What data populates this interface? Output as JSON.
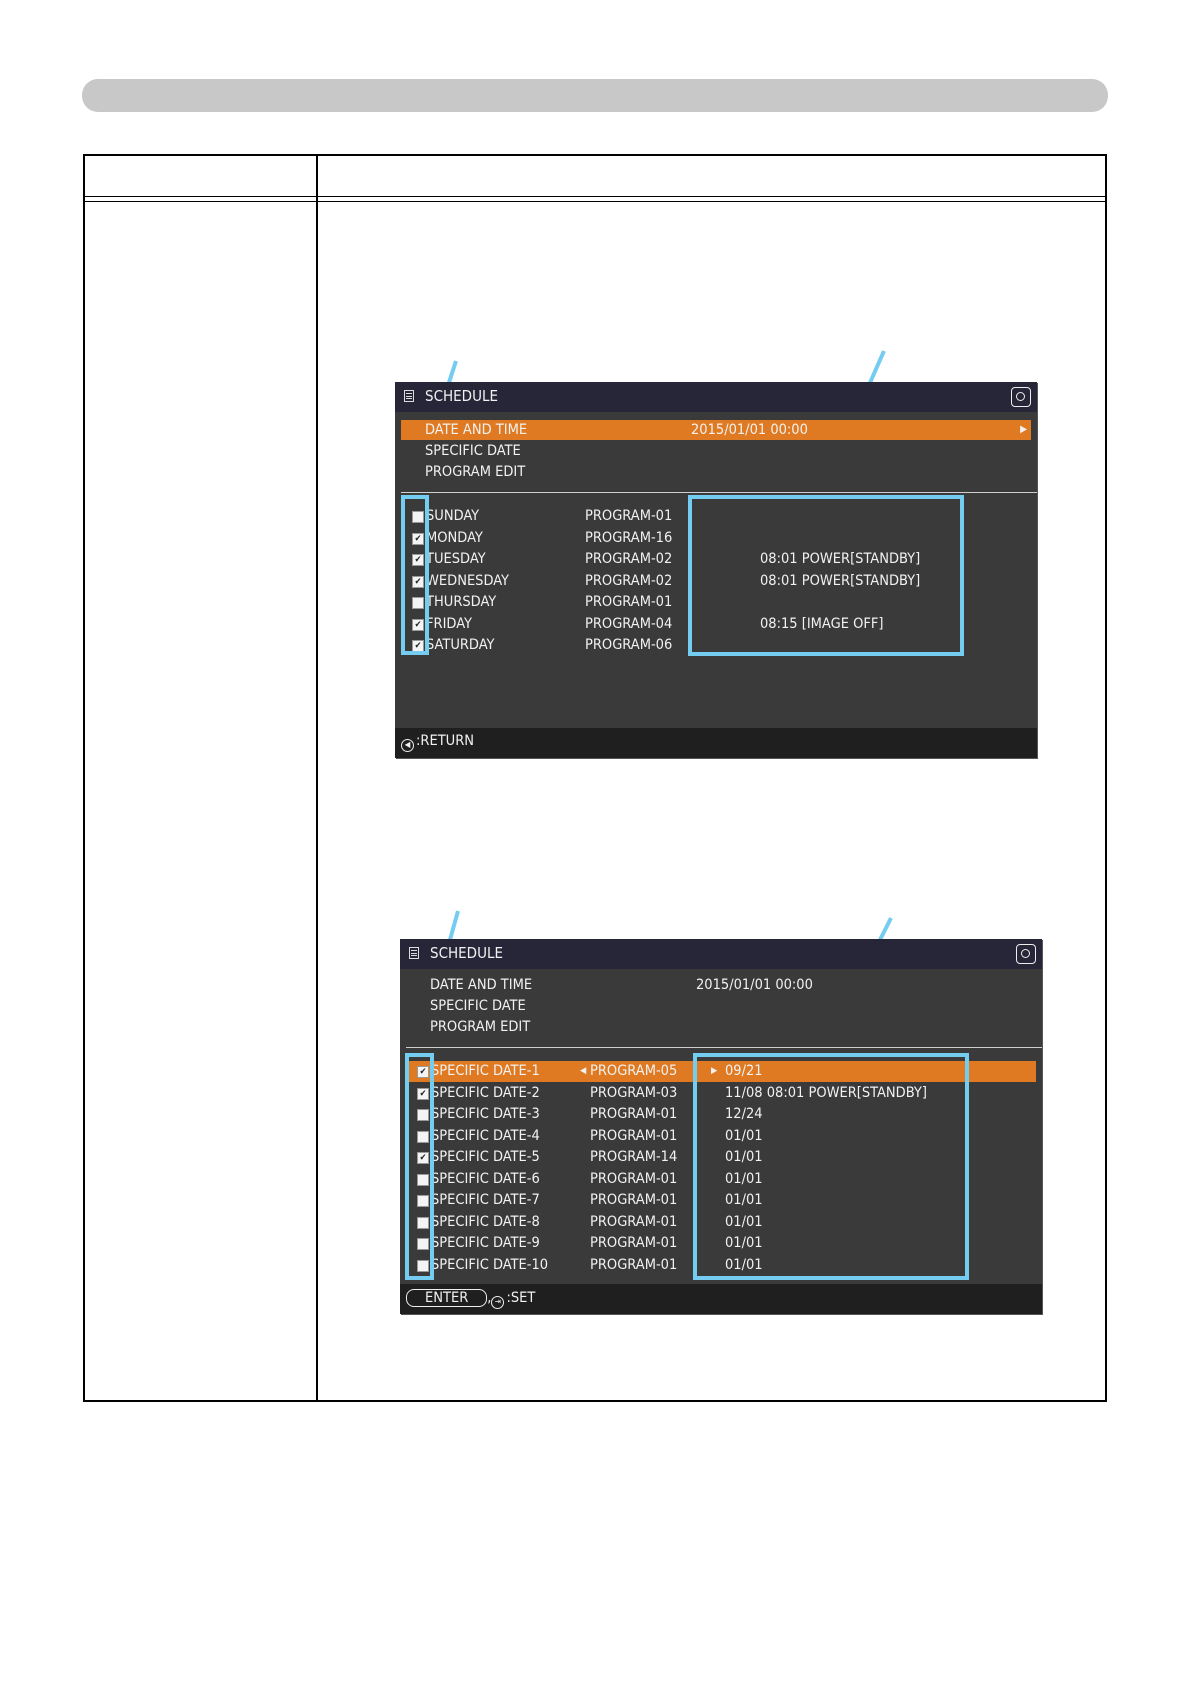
{
  "screens": [
    {
      "title": "SCHEDULE",
      "menu": [
        {
          "label": "DATE AND TIME",
          "value": "2015/01/01 00:00",
          "selected": true
        },
        {
          "label": "SPECIFIC DATE",
          "value": "",
          "selected": false
        },
        {
          "label": "PROGRAM EDIT",
          "value": "",
          "selected": false
        }
      ],
      "rows": [
        {
          "name": "SUNDAY",
          "program": "PROGRAM-01",
          "info": "",
          "checked": false
        },
        {
          "name": "MONDAY",
          "program": "PROGRAM-16",
          "info": "",
          "checked": true
        },
        {
          "name": "TUESDAY",
          "program": "PROGRAM-02",
          "info": "08:01 POWER[STANDBY]",
          "checked": true
        },
        {
          "name": "WEDNESDAY",
          "program": "PROGRAM-02",
          "info": "08:01 POWER[STANDBY]",
          "checked": true
        },
        {
          "name": "THURSDAY",
          "program": "PROGRAM-01",
          "info": "",
          "checked": false
        },
        {
          "name": "FRIDAY",
          "program": "PROGRAM-04",
          "info": "08:15 [IMAGE OFF]",
          "checked": true
        },
        {
          "name": "SATURDAY",
          "program": "PROGRAM-06",
          "info": "",
          "checked": true
        }
      ],
      "footer": ":RETURN"
    },
    {
      "title": "SCHEDULE",
      "menu": [
        {
          "label": "DATE AND TIME",
          "value": "2015/01/01 00:00",
          "selected": false
        },
        {
          "label": "SPECIFIC DATE",
          "value": "",
          "selected": false
        },
        {
          "label": "PROGRAM EDIT",
          "value": "",
          "selected": false
        }
      ],
      "rows": [
        {
          "name": "SPECIFIC DATE-1",
          "program": "PROGRAM-05",
          "info": "09/21",
          "checked": true,
          "selected": true
        },
        {
          "name": "SPECIFIC DATE-2",
          "program": "PROGRAM-03",
          "info": "11/08 08:01 POWER[STANDBY]",
          "checked": true
        },
        {
          "name": "SPECIFIC DATE-3",
          "program": "PROGRAM-01",
          "info": "12/24",
          "checked": false
        },
        {
          "name": "SPECIFIC DATE-4",
          "program": "PROGRAM-01",
          "info": "01/01",
          "checked": false
        },
        {
          "name": "SPECIFIC DATE-5",
          "program": "PROGRAM-14",
          "info": "01/01",
          "checked": true
        },
        {
          "name": "SPECIFIC DATE-6",
          "program": "PROGRAM-01",
          "info": "01/01",
          "checked": false
        },
        {
          "name": "SPECIFIC DATE-7",
          "program": "PROGRAM-01",
          "info": "01/01",
          "checked": false
        },
        {
          "name": "SPECIFIC DATE-8",
          "program": "PROGRAM-01",
          "info": "01/01",
          "checked": false
        },
        {
          "name": "SPECIFIC DATE-9",
          "program": "PROGRAM-01",
          "info": "01/01",
          "checked": false
        },
        {
          "name": "SPECIFIC DATE-10",
          "program": "PROGRAM-01",
          "info": "01/01",
          "checked": false
        }
      ],
      "footer_enter": "ENTER",
      "footer_set": ":SET"
    }
  ],
  "colors": {
    "highlight": "#e07a22",
    "callout": "#74cdf0",
    "osd_bg": "#3a3a3a"
  }
}
